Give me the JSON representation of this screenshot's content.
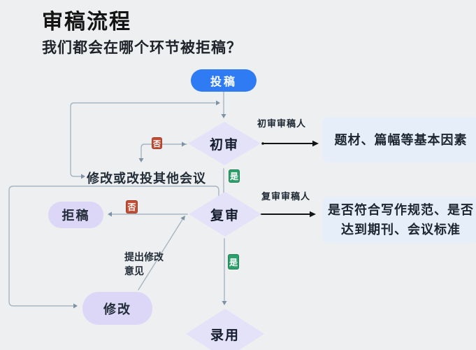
{
  "header": {
    "title": "审稿流程",
    "subtitle": "我们都会在哪个环节被拒稿？"
  },
  "nodes": {
    "submit": {
      "label": "投稿",
      "type": "start"
    },
    "first_review": {
      "label": "初审",
      "type": "decision"
    },
    "second_review": {
      "label": "复审",
      "type": "decision"
    },
    "accept": {
      "label": "录用",
      "type": "decision"
    },
    "reject": {
      "label": "拒稿",
      "type": "terminal"
    },
    "revise": {
      "label": "修改",
      "type": "process"
    }
  },
  "edge_labels": {
    "first_reviewer": "初审审稿人",
    "second_reviewer": "复审审稿人",
    "revise_or_resubmit": "修改或改投其他会议",
    "revision_comments_line1": "提出修改",
    "revision_comments_line2": "意见"
  },
  "info_boxes": {
    "first_criteria": "题材、篇幅等基本因素",
    "second_criteria_line1": "是否符合写作规范、是否",
    "second_criteria_line2": "达到期刊、会议标准"
  },
  "badges": {
    "no": "否",
    "yes": "是"
  },
  "colors": {
    "bg": "#edeff1",
    "title": "#141414",
    "subtitle": "#1f2329",
    "node-blue": "#2e7bf3",
    "diamond": "#e3e2f8",
    "node-purple": "#dcd7f6",
    "infobox": "#e6eef9",
    "line": "#a7b5c2",
    "arrow": "#7d92a4",
    "arrow-black": "#141414",
    "badge-no": "#c14e35",
    "badge-yes": "#2ba06a"
  }
}
